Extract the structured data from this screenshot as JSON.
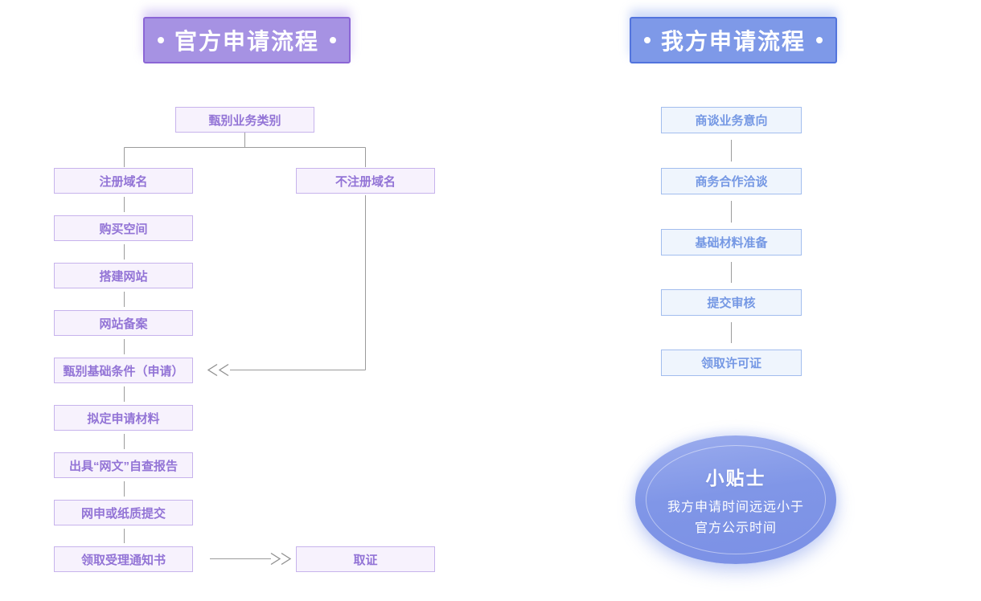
{
  "palette": {
    "purple_header_fill": "#a692e3",
    "purple_header_border": "#8b66d6",
    "blue_header_fill": "#7e99e8",
    "blue_header_border": "#5274dd",
    "purple_node_fill": "#f7f2fd",
    "purple_node_border": "#c7b3ec",
    "purple_node_text": "#9374d6",
    "blue_node_fill": "#eff5fd",
    "blue_node_border": "#a2bdee",
    "blue_node_text": "#7598e4",
    "connector_gray": "#9b9b9b",
    "tip_fill": "#7e93e6"
  },
  "official": {
    "title": "官方申请流程",
    "nodes": {
      "screen_category": "甄别业务类别",
      "register_domain": "注册域名",
      "no_register_domain": "不注册域名",
      "buy_space": "购买空间",
      "build_site": "搭建网站",
      "site_icp": "网站备案",
      "screen_conditions": "甄别基础条件（申请）",
      "draft_materials": "拟定申请材料",
      "self_report": "出具“网文”自查报告",
      "submit": "网申或纸质提交",
      "acceptance_notice": "领取受理通知书",
      "get_license": "取证"
    }
  },
  "ours": {
    "title": "我方申请流程",
    "nodes": {
      "business_intention": "商谈业务意向",
      "cooperation_talk": "商务合作洽谈",
      "materials_prep": "基础材料准备",
      "submit_review": "提交审核",
      "receive_license": "领取许可证"
    }
  },
  "tip": {
    "title": "小贴士",
    "line1": "我方申请时间远远小于",
    "line2": "官方公示时间"
  }
}
